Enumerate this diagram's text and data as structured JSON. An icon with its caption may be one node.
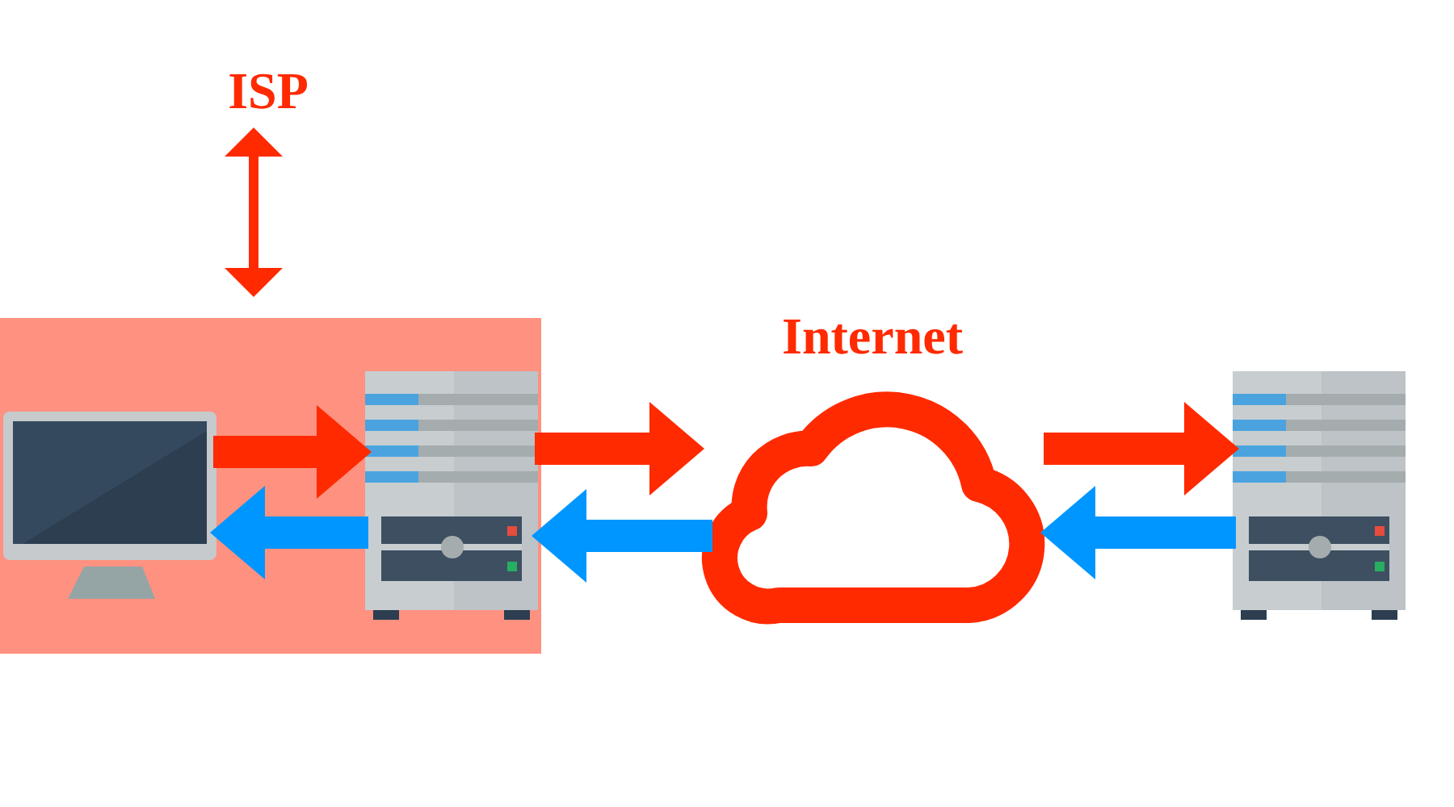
{
  "diagram": {
    "nodes": [
      {
        "text": [
          "ISP"
        ]
      },
      {
        "text": [],
        "shape": "box"
      },
      {
        "text": [],
        "shape": "monitor",
        "in": 1
      },
      {
        "text": [],
        "shape": "server",
        "in": 1
      },
      {
        "text": [
          "Internet"
        ]
      },
      {
        "text": [],
        "shape": "server"
      }
    ],
    "edges": [
      {
        "from": 0,
        "to": 1,
        "arrow": "both"
      },
      {
        "from": 2,
        "to": 3,
        "arrow": "to"
      },
      {
        "from": 3,
        "to": 2,
        "arrow": "to",
        "color": "#0096ff"
      },
      {
        "from": 3,
        "to": 4,
        "arrow": "to"
      },
      {
        "from": 4,
        "to": 3,
        "arrow": "to",
        "color": "#0096ff"
      },
      {
        "from": 4,
        "to": 5,
        "arrow": "to"
      },
      {
        "from": 5,
        "to": 4,
        "arrow": "to",
        "color": "#0096ff"
      }
    ]
  }
}
